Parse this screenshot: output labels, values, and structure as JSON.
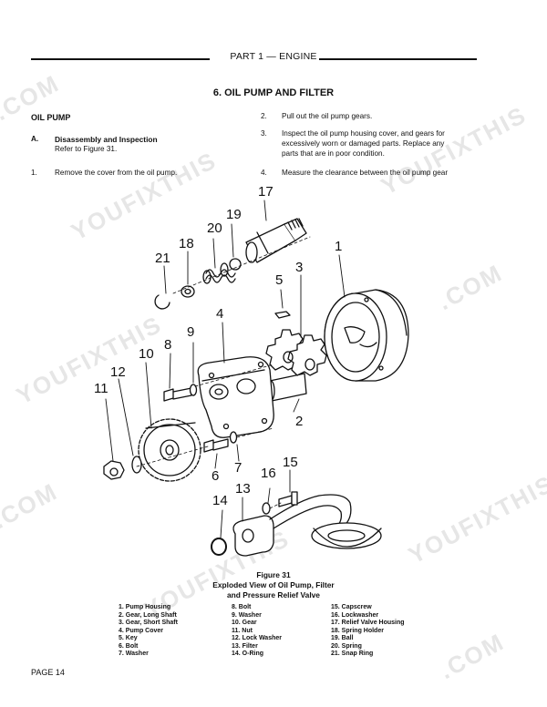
{
  "header": {
    "section": "PART 1 — ENGINE"
  },
  "title": "6. OIL PUMP AND FILTER",
  "left_column": {
    "heading": "OIL PUMP",
    "sub_letter": "A.",
    "sub_heading": "Disassembly and Inspection",
    "sub_ref": "Refer to Figure 31.",
    "step1_num": "1.",
    "step1_text": "Remove the cover from the oil pump."
  },
  "right_column": {
    "step2_num": "2.",
    "step2_text": "Pull out the oil pump gears.",
    "step3_num": "3.",
    "step3_line1": "Inspect the oil pump housing cover, and gears for",
    "step3_line2": "excessively worn or damaged parts. Replace any",
    "step3_line3": "parts that are in poor condition.",
    "step4_num": "4.",
    "step4_text": "Measure the clearance between the oil pump gear"
  },
  "callouts": {
    "c1": "1",
    "c2": "2",
    "c3": "3",
    "c4": "4",
    "c5": "5",
    "c6": "6",
    "c7": "7",
    "c8": "8",
    "c9": "9",
    "c10": "10",
    "c11": "11",
    "c12": "12",
    "c13": "13",
    "c14": "14",
    "c15": "15",
    "c16": "16",
    "c17": "17",
    "c18": "18",
    "c19": "19",
    "c20": "20",
    "c21": "21"
  },
  "figure": {
    "label": "Figure 31",
    "caption_line1": "Exploded View of Oil Pump, Filter",
    "caption_line2": "and Pressure Relief Valve"
  },
  "legend": {
    "col1": [
      "1. Pump Housing",
      "2. Gear, Long Shaft",
      "3. Gear, Short Shaft",
      "4. Pump Cover",
      "5. Key",
      "6. Bolt",
      "7. Washer"
    ],
    "col2": [
      "8. Bolt",
      "9. Washer",
      "10. Gear",
      "11. Nut",
      "12. Lock Washer",
      "13. Filter",
      "14. O-Ring"
    ],
    "col3": [
      "15. Capscrew",
      "16. Lockwasher",
      "17. Relief Valve Housing",
      "18. Spring Holder",
      "19. Ball",
      "20. Spring",
      "21. Snap Ring"
    ]
  },
  "footer": {
    "page": "PAGE 14"
  },
  "watermarks": [
    "YOUFIXTHIS",
    ".COM",
    "YOUFIXTHIS",
    ".COM",
    "YOUFIXTHIS",
    ".COM",
    "YOUFIXTHIS",
    ".COM",
    "YOUFIXTHIS"
  ]
}
